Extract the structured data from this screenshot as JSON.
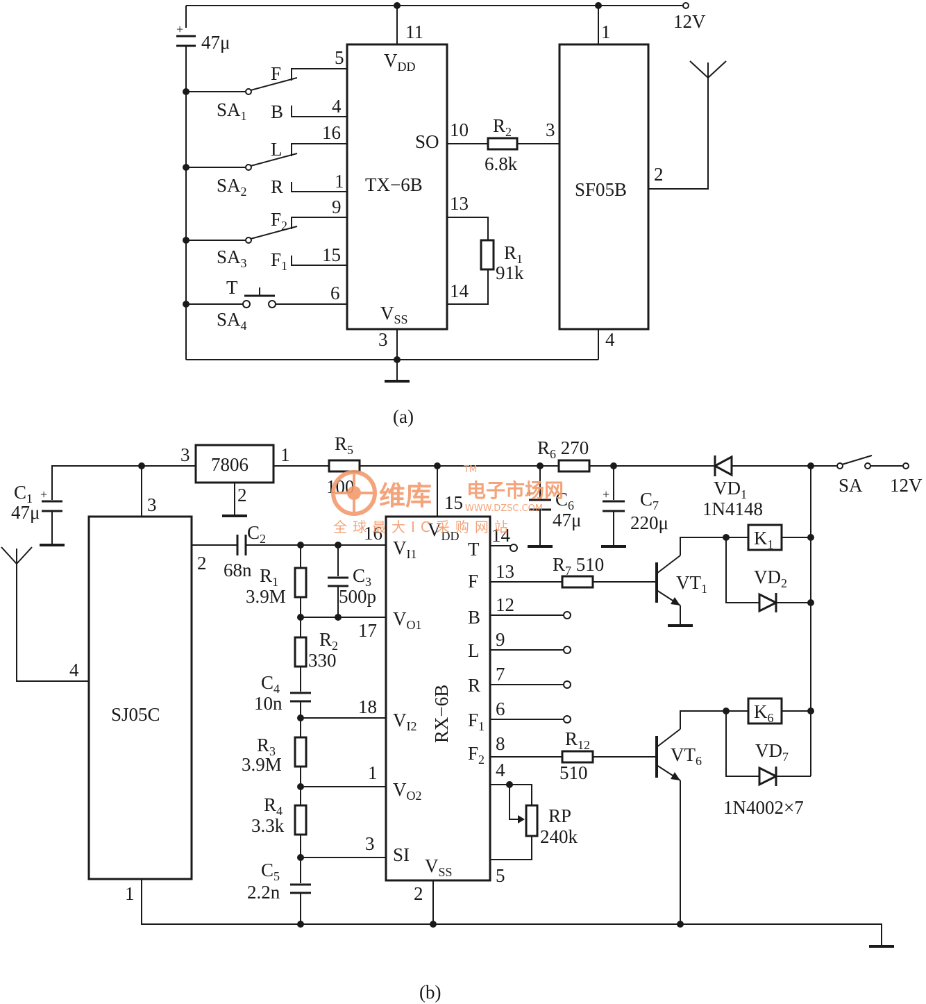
{
  "circuit_a": {
    "caption": "(a)",
    "supply": "12V",
    "c_label": "47μ",
    "tx_chip": "TX−6B",
    "rf_chip": "SF05B",
    "tx_vdd": "V",
    "tx_vdd_sub": "DD",
    "tx_vss": "V",
    "tx_vss_sub": "SS",
    "tx_so": "SO",
    "sw": [
      {
        "name": "SA",
        "sub": "1",
        "upper": "F",
        "upper_sub": "",
        "lower": "B",
        "lower_sub": ""
      },
      {
        "name": "SA",
        "sub": "2",
        "upper": "L",
        "upper_sub": "",
        "lower": "R",
        "lower_sub": ""
      },
      {
        "name": "SA",
        "sub": "3",
        "upper": "F",
        "upper_sub": "2",
        "lower": "F",
        "lower_sub": "1"
      },
      {
        "name": "SA",
        "sub": "4",
        "upper": "T",
        "upper_sub": "",
        "lower": "",
        "lower_sub": ""
      }
    ],
    "pins": {
      "p11": "11",
      "p5": "5",
      "p4": "4",
      "p16": "16",
      "p1": "1",
      "p9": "9",
      "p15": "15",
      "p6": "6",
      "p3": "3",
      "p10": "10",
      "p13": "13",
      "p14": "14",
      "sf1": "1",
      "sf3": "3",
      "sf2": "2",
      "sf4": "4"
    },
    "r2": {
      "name": "R",
      "sub": "2",
      "value": "6.8k"
    },
    "r1": {
      "name": "R",
      "sub": "1",
      "value": "91k"
    }
  },
  "circuit_b": {
    "caption": "(b)",
    "supply": "12V",
    "reg": "7806",
    "rx_chip": "SJ05C",
    "dec_chip": "RX−6B",
    "c1": {
      "name": "C",
      "sub": "1",
      "value": "47μ"
    },
    "c2": {
      "name": "C",
      "sub": "2",
      "value": "68n"
    },
    "c3": {
      "name": "C",
      "sub": "3",
      "value": "500p"
    },
    "c4": {
      "name": "C",
      "sub": "4",
      "value": "10n"
    },
    "c5": {
      "name": "C",
      "sub": "5",
      "value": "2.2n"
    },
    "c6": {
      "name": "C",
      "sub": "6",
      "value": "47μ"
    },
    "c7": {
      "name": "C",
      "sub": "7",
      "value": "220μ"
    },
    "r1": {
      "name": "R",
      "sub": "1",
      "value": "3.9M"
    },
    "r2": {
      "name": "R",
      "sub": "2",
      "value": "330"
    },
    "r3": {
      "name": "R",
      "sub": "3",
      "value": "3.9M"
    },
    "r4": {
      "name": "R",
      "sub": "4",
      "value": "3.3k"
    },
    "r5": {
      "name": "R",
      "sub": "5",
      "value": "100"
    },
    "r6": {
      "name": "R",
      "sub": "6",
      "value": "270"
    },
    "r7": {
      "name": "R",
      "sub": "7",
      "value": "510"
    },
    "r12": {
      "name": "R",
      "sub": "12",
      "value": "510"
    },
    "rp": {
      "name": "RP",
      "value": "240k"
    },
    "vd1": {
      "name": "VD",
      "sub": "1",
      "part": "1N4148"
    },
    "vd2": {
      "name": "VD",
      "sub": "2"
    },
    "vd7": {
      "name": "VD",
      "sub": "7",
      "part": "1N4002×7"
    },
    "vt1": {
      "name": "VT",
      "sub": "1"
    },
    "vt6": {
      "name": "VT",
      "sub": "6"
    },
    "k1": {
      "name": "K",
      "sub": "1"
    },
    "k6": {
      "name": "K",
      "sub": "6"
    },
    "sa": "SA",
    "left_pins": [
      {
        "num": "16",
        "name": "V",
        "sub": "I1"
      },
      {
        "num": "17",
        "name": "V",
        "sub": "O1"
      },
      {
        "num": "18",
        "name": "V",
        "sub": "I2"
      },
      {
        "num": "1",
        "name": "V",
        "sub": "O2"
      },
      {
        "num": "3",
        "name": "SI",
        "sub": ""
      }
    ],
    "right_pins": [
      {
        "num": "14",
        "name": "T"
      },
      {
        "num": "13",
        "name": "F"
      },
      {
        "num": "12",
        "name": "B"
      },
      {
        "num": "9",
        "name": "L"
      },
      {
        "num": "7",
        "name": "R"
      },
      {
        "num": "6",
        "name": "F",
        "sub": "1"
      },
      {
        "num": "8",
        "name": "F",
        "sub": "2"
      }
    ],
    "vdd": "V",
    "vdd_sub": "DD",
    "vdd_pin": "15",
    "vss": "V",
    "vss_sub": "SS",
    "vss_pin": "2",
    "pin4": "4",
    "pin5": "5",
    "reg_pins": {
      "in": "3",
      "out": "1",
      "gnd": "2"
    },
    "rx_pins": {
      "p3": "3",
      "p2": "2",
      "p4": "4",
      "p1": "1"
    }
  },
  "watermark": {
    "brand": "维库",
    "title": "电子市场网",
    "url": "WWW.DZSC.COM",
    "slogan": "全球最大IC采购网站",
    "tm": "TM"
  }
}
